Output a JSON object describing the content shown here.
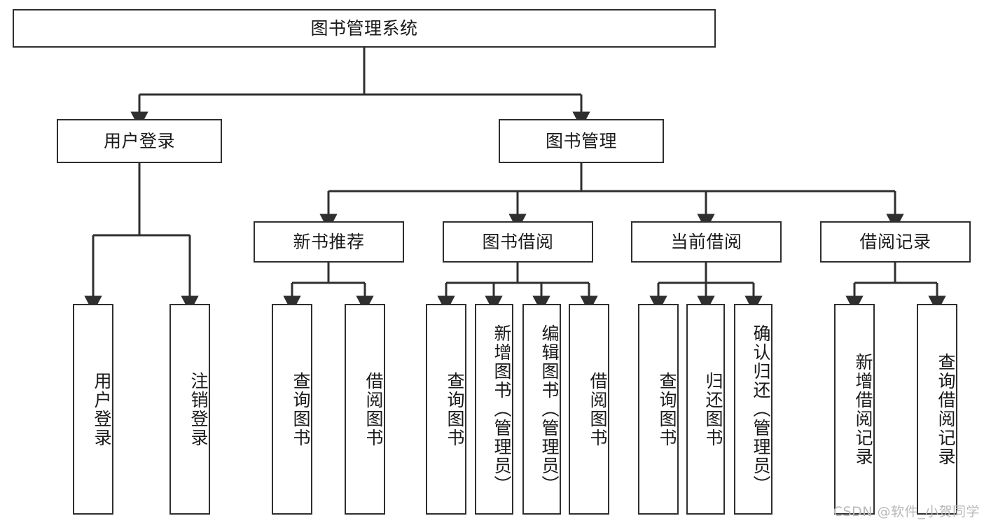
{
  "diagram": {
    "title": "图书管理系统",
    "type": "tree",
    "stroke_color": "#2f2f2f",
    "text_color": "#1a1a1a",
    "background_color": "#ffffff",
    "watermark": "CSDN @软件_小贺同学",
    "nodes": {
      "root": {
        "label": "图书管理系统",
        "level": 1
      },
      "l2": [
        {
          "id": "user_login",
          "label": "用户登录",
          "level": 2
        },
        {
          "id": "book_mgmt",
          "label": "图书管理",
          "level": 2
        }
      ],
      "l3": [
        {
          "id": "new_book_rec",
          "label": "新书推荐",
          "level": 3,
          "parent": "book_mgmt"
        },
        {
          "id": "book_borrow",
          "label": "图书借阅",
          "level": 3,
          "parent": "book_mgmt"
        },
        {
          "id": "current_borrow",
          "label": "当前借阅",
          "level": 3,
          "parent": "book_mgmt"
        },
        {
          "id": "borrow_record",
          "label": "借阅记录",
          "level": 3,
          "parent": "book_mgmt"
        }
      ],
      "leaves": [
        {
          "id": "leaf_user_login",
          "label": "用户登录",
          "parent": "user_login"
        },
        {
          "id": "leaf_logout",
          "label": "注销登录",
          "parent": "user_login"
        },
        {
          "id": "leaf_query_book_1",
          "label": "查询图书",
          "parent": "new_book_rec"
        },
        {
          "id": "leaf_borrow_book_1",
          "label": "借阅图书",
          "parent": "new_book_rec"
        },
        {
          "id": "leaf_query_book_2",
          "label": "查询图书",
          "parent": "book_borrow"
        },
        {
          "id": "leaf_add_book",
          "label": "新增图书（管理员）",
          "parent": "book_borrow"
        },
        {
          "id": "leaf_edit_book",
          "label": "编辑图书（管理员）",
          "parent": "book_borrow"
        },
        {
          "id": "leaf_borrow_book_2",
          "label": "借阅图书",
          "parent": "book_borrow"
        },
        {
          "id": "leaf_query_book_3",
          "label": "查询图书",
          "parent": "current_borrow"
        },
        {
          "id": "leaf_return_book",
          "label": "归还图书",
          "parent": "current_borrow"
        },
        {
          "id": "leaf_confirm_return",
          "label": "确认归还（管理员）",
          "parent": "current_borrow"
        },
        {
          "id": "leaf_add_record",
          "label": "新增借阅记录",
          "parent": "borrow_record"
        },
        {
          "id": "leaf_query_record",
          "label": "查询借阅记录",
          "parent": "borrow_record"
        }
      ]
    }
  }
}
